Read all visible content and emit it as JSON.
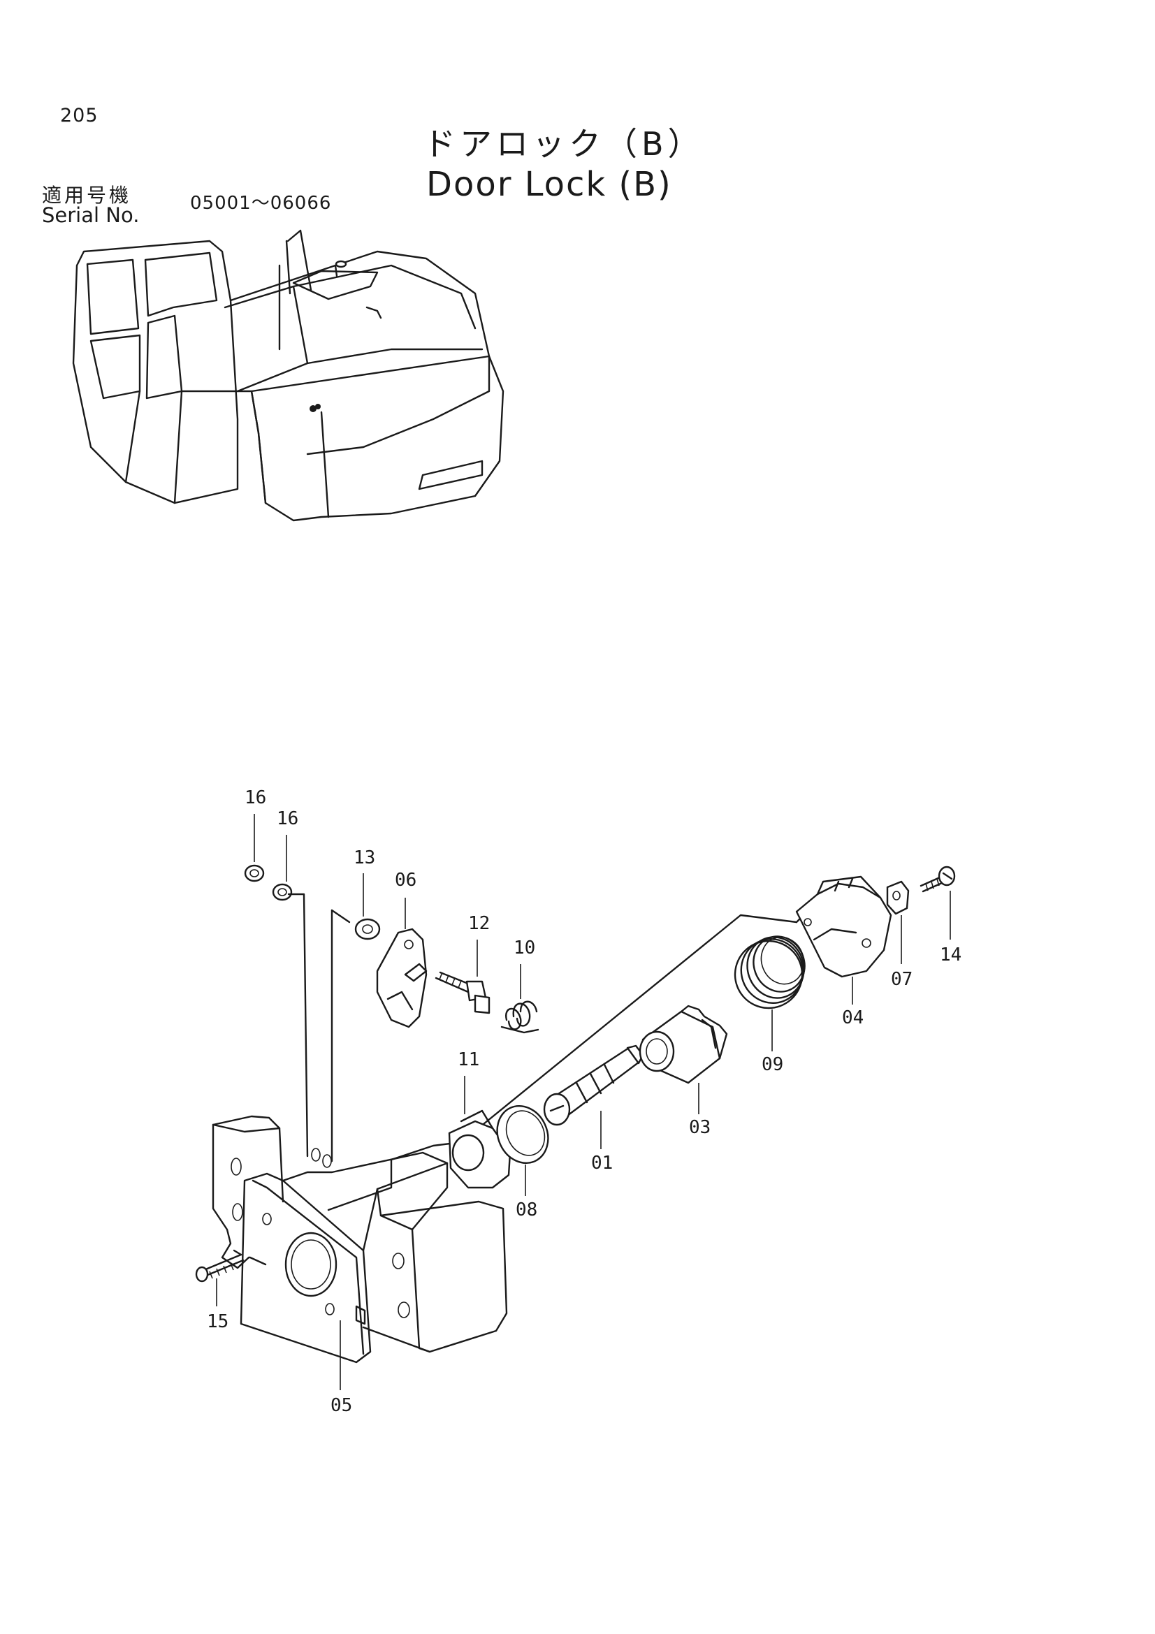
{
  "page": {
    "number": "205",
    "title_jp": "ドアロック（B）",
    "title_en": "Door Lock (B)",
    "serial_label_jp": "適用号機",
    "serial_label_en": "Serial No.",
    "serial_range": "05001～06066"
  },
  "callouts": {
    "c16a": "16",
    "c16b": "16",
    "c13": "13",
    "c06": "06",
    "c12": "12",
    "c10": "10",
    "c11": "11",
    "c14": "14",
    "c07": "07",
    "c04": "04",
    "c09": "09",
    "c03": "03",
    "c01": "01",
    "c08": "08",
    "c15": "15",
    "c05": "05"
  }
}
